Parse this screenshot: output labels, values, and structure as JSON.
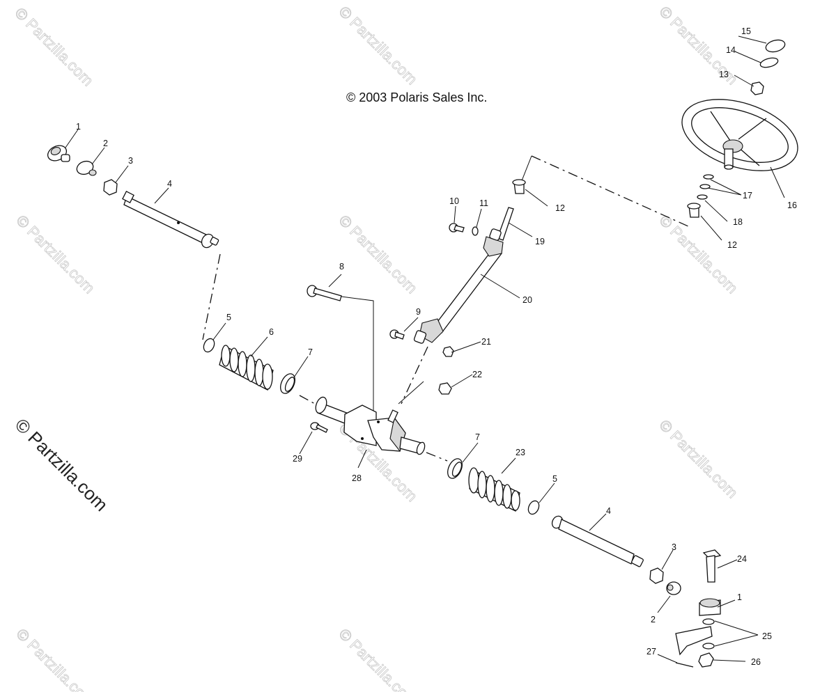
{
  "copyright": "© 2003 Polaris Sales Inc.",
  "watermark_small": "© Partzilla.com",
  "watermark_large": "© Partzilla.com",
  "callouts": {
    "n1a": "1",
    "n2a": "2",
    "n3a": "3",
    "n4a": "4",
    "n5a": "5",
    "n6": "6",
    "n7a": "7",
    "n8": "8",
    "n9": "9",
    "n10": "10",
    "n11": "11",
    "n12a": "12",
    "n12b": "12",
    "n13": "13",
    "n14": "14",
    "n15": "15",
    "n16": "16",
    "n17": "17",
    "n18": "18",
    "n19": "19",
    "n20": "20",
    "n21": "21",
    "n22": "22",
    "n7b": "7",
    "n23": "23",
    "n5b": "5",
    "n4b": "4",
    "n3b": "3",
    "n24": "24",
    "n1b": "1",
    "n2b": "2",
    "n25": "25",
    "n27": "27",
    "n26": "26",
    "n28": "28",
    "n29": "29"
  }
}
